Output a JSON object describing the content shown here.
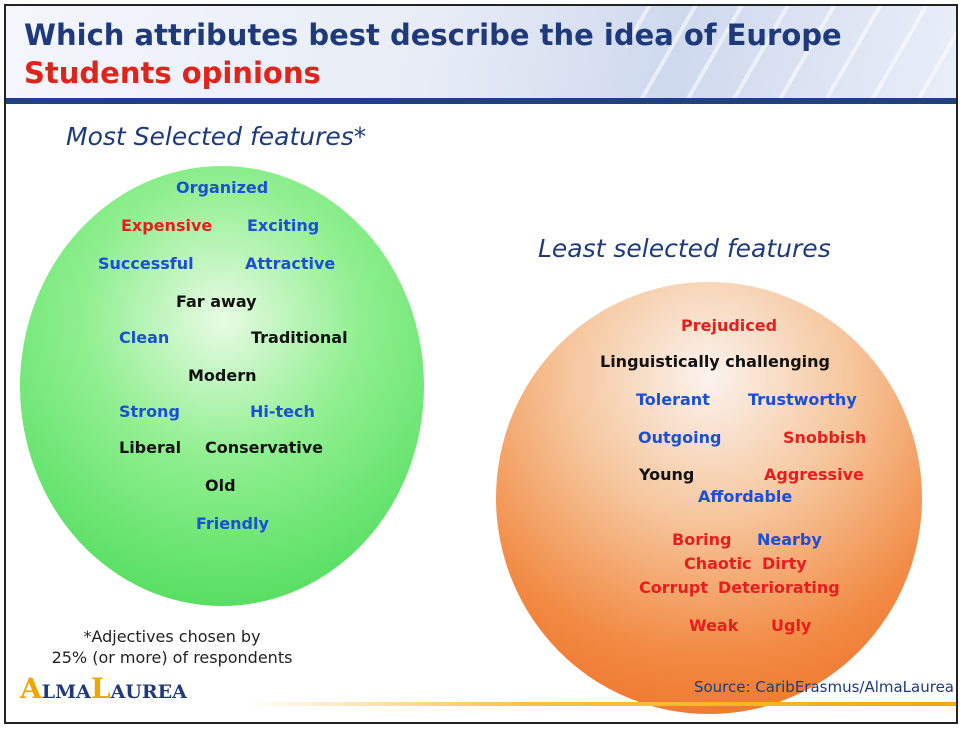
{
  "title": "Which attributes best describe the idea of Europe",
  "subtitle": "Students opinions",
  "most": {
    "heading": "Most Selected features*",
    "words": [
      {
        "text": "Organized",
        "color": "blue"
      },
      {
        "text": "Expensive",
        "color": "red"
      },
      {
        "text": "Exciting",
        "color": "blue"
      },
      {
        "text": "Successful",
        "color": "blue"
      },
      {
        "text": "Attractive",
        "color": "blue"
      },
      {
        "text": "Far away",
        "color": "black"
      },
      {
        "text": "Clean",
        "color": "blue"
      },
      {
        "text": "Traditional",
        "color": "black"
      },
      {
        "text": "Modern",
        "color": "black"
      },
      {
        "text": "Strong",
        "color": "blue"
      },
      {
        "text": "Hi-tech",
        "color": "blue"
      },
      {
        "text": "Liberal",
        "color": "black"
      },
      {
        "text": "Conservative",
        "color": "black"
      },
      {
        "text": "Old",
        "color": "black"
      },
      {
        "text": "Friendly",
        "color": "blue"
      }
    ]
  },
  "least": {
    "heading": "Least selected features",
    "words": [
      {
        "text": "Prejudiced",
        "color": "red"
      },
      {
        "text": "Linguistically challenging",
        "color": "black"
      },
      {
        "text": "Tolerant",
        "color": "blue"
      },
      {
        "text": "Trustworthy",
        "color": "blue"
      },
      {
        "text": "Outgoing",
        "color": "blue"
      },
      {
        "text": "Snobbish",
        "color": "red"
      },
      {
        "text": "Young",
        "color": "black"
      },
      {
        "text": "Aggressive",
        "color": "red"
      },
      {
        "text": "Affordable",
        "color": "blue"
      },
      {
        "text": "Boring",
        "color": "red"
      },
      {
        "text": "Nearby",
        "color": "blue"
      },
      {
        "text": "Chaotic",
        "color": "red"
      },
      {
        "text": "Dirty",
        "color": "red"
      },
      {
        "text": "Corrupt",
        "color": "red"
      },
      {
        "text": "Deteriorating",
        "color": "red"
      },
      {
        "text": "Weak",
        "color": "red"
      },
      {
        "text": "Ugly",
        "color": "red"
      }
    ]
  },
  "footnote_line1": "*Adjectives chosen by",
  "footnote_line2": "25% (or more) of respondents",
  "logo": {
    "a": "A",
    "lma": "LMA",
    "l": "L",
    "aurea": "AUREA"
  },
  "source": "Source: CaribErasmus/AlmaLaurea",
  "colors": {
    "blue": "#1a4fd6",
    "red": "#e81d1d",
    "black": "#111111",
    "title_blue": "#1f3a7a",
    "subtitle_red": "#e0231b"
  }
}
